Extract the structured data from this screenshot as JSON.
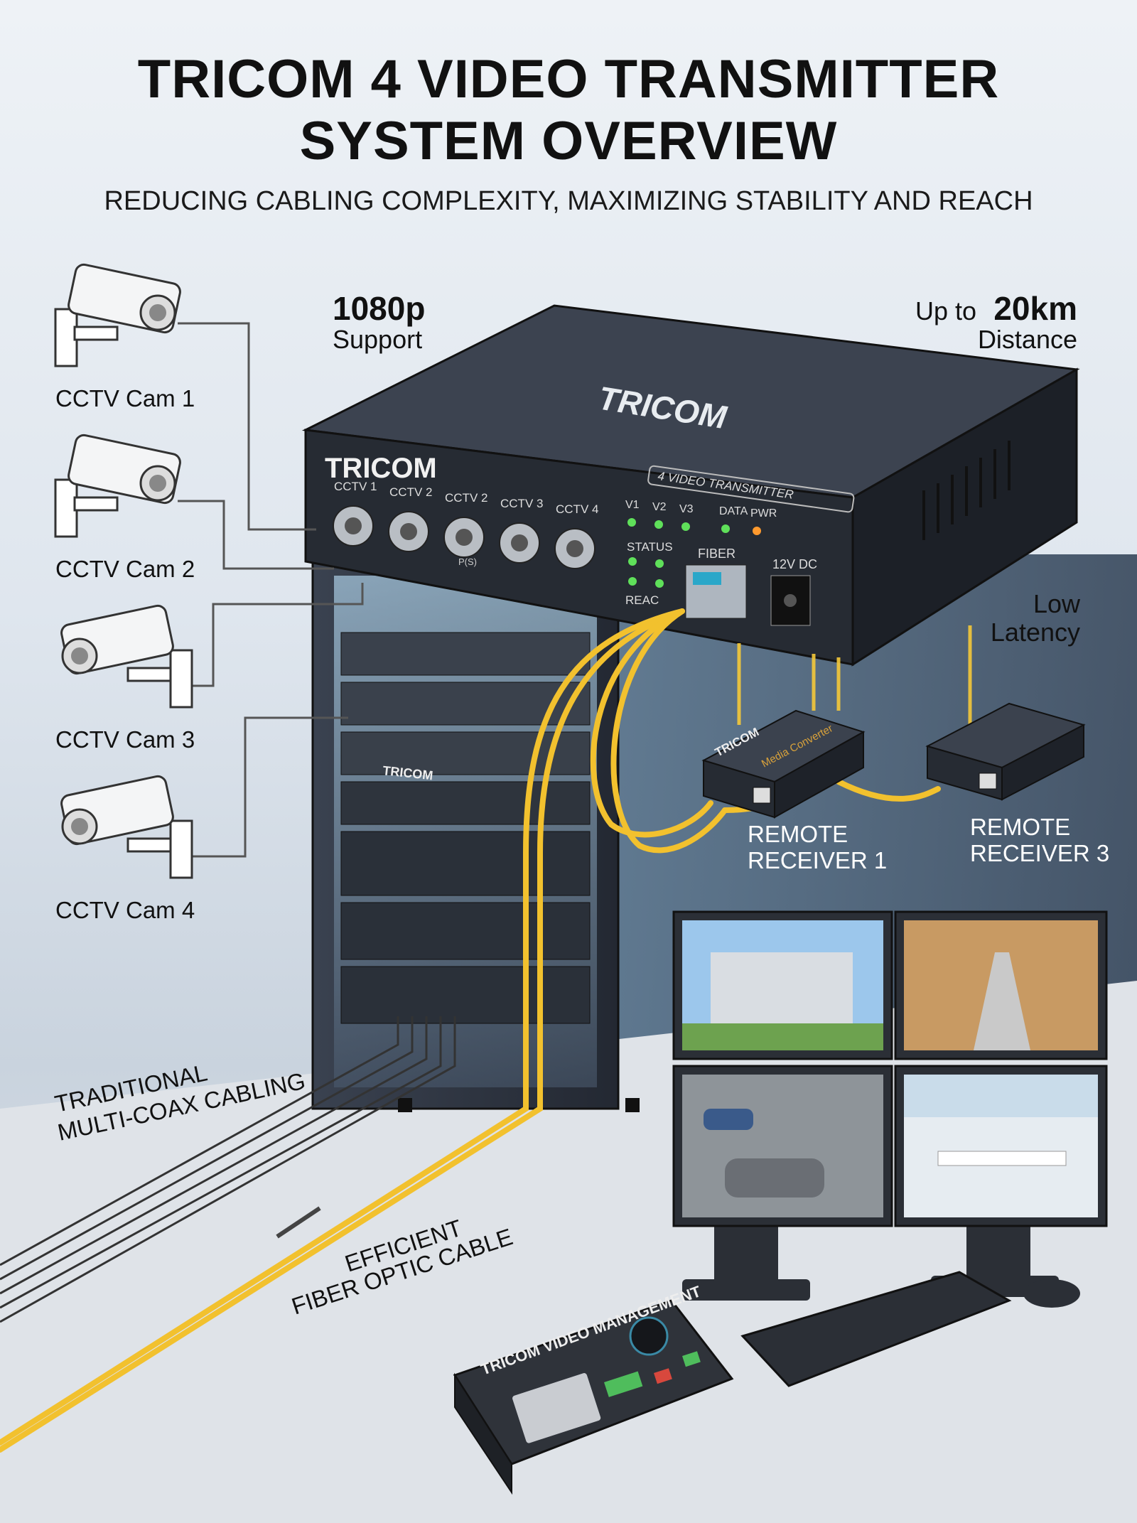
{
  "header": {
    "title_line1": "TRICOM 4 VIDEO TRANSMITTER",
    "title_line2": "SYSTEM OVERVIEW",
    "subtitle": "REDUCING CABLING COMPLEXITY, MAXIMIZING STABILITY AND REACH"
  },
  "cameras": [
    {
      "label": "CCTV Cam 1"
    },
    {
      "label": "CCTV Cam 2"
    },
    {
      "label": "CCTV Cam 3"
    },
    {
      "label": "CCTV Cam 4"
    }
  ],
  "features": {
    "resolution_value": "1080p",
    "resolution_label": "Support",
    "distance_prefix": "Up to",
    "distance_value": "20km",
    "distance_label": "Distance",
    "latency_line1": "Low",
    "latency_line2": "Latency"
  },
  "transmitter": {
    "brand": "TRICOM",
    "top_brand": "TRICOM",
    "model_badge": "4 VIDEO TRANSMITTER",
    "ports": [
      "CCTV 1",
      "CCTV 2",
      "CCTV 2",
      "CCTV 3",
      "CCTV 4"
    ],
    "port_group_label": "P(S)",
    "leds": [
      "V1",
      "V2",
      "V3",
      "DATA",
      "PWR"
    ],
    "status_label": "STATUS",
    "reach_label": "REAC",
    "fiber_label": "FIBER",
    "power_label": "12V DC"
  },
  "rack": {
    "brand": "TRICOM"
  },
  "receivers": [
    {
      "label_line1": "REMOTE",
      "label_line2": "RECEIVER 1",
      "brand": "TRICOM",
      "product": "Media Converter"
    },
    {
      "label_line1": "REMOTE",
      "label_line2": "RECEIVER 3"
    }
  ],
  "cabling": {
    "traditional_line1": "TRADITIONAL",
    "traditional_line2": "MULTI-COAX CABLING",
    "fiber_line1": "EFFICIENT",
    "fiber_line2": "FIBER OPTIC CABLE"
  },
  "controller": {
    "label": "TRICOM VIDEO MANAGEMENT"
  },
  "colors": {
    "fiber": "#f2c12e",
    "device": "#2b2f36",
    "led_green": "#5fe05a",
    "led_orange": "#ff9a2e"
  }
}
